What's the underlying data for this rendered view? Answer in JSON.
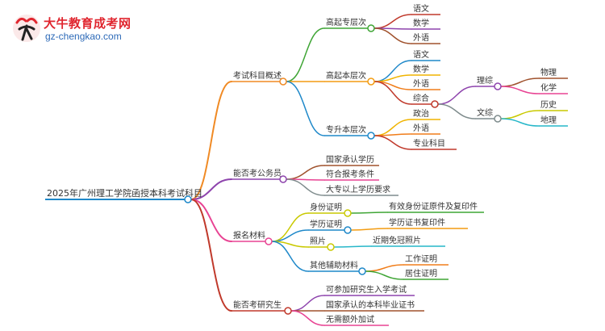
{
  "watermark": {
    "title": "大牛教育成考网",
    "url": "gz-chengkao.com"
  },
  "mindmap": {
    "root": "2025年广州理工学院函授本科考试科目",
    "branches": [
      {
        "label": "考试科目概述",
        "color": "#f08a24",
        "children": [
          {
            "label": "高起专层次",
            "color": "#3fa535",
            "children": [
              {
                "label": "语文",
                "color": "#c0392b"
              },
              {
                "label": "数学",
                "color": "#8e44ad"
              },
              {
                "label": "外语",
                "color": "#a0522d"
              }
            ]
          },
          {
            "label": "高起本层次",
            "color": "#f39c12",
            "children": [
              {
                "label": "语文",
                "color": "#1e88c9"
              },
              {
                "label": "数学",
                "color": "#f0b400"
              },
              {
                "label": "外语",
                "color": "#f07d1a"
              },
              {
                "label": "综合",
                "color": "#c0392b",
                "children": [
                  {
                    "label": "理综",
                    "color": "#8e44ad",
                    "children": [
                      {
                        "label": "物理",
                        "color": "#a0522d"
                      },
                      {
                        "label": "化学",
                        "color": "#e84393"
                      }
                    ]
                  },
                  {
                    "label": "文综",
                    "color": "#7f8c8d",
                    "children": [
                      {
                        "label": "历史",
                        "color": "#c9c900"
                      },
                      {
                        "label": "地理",
                        "color": "#27b7c9"
                      }
                    ]
                  }
                ]
              }
            ]
          },
          {
            "label": "专升本层次",
            "color": "#1e88c9",
            "children": [
              {
                "label": "政治",
                "color": "#f0b400"
              },
              {
                "label": "外语",
                "color": "#f07d1a"
              },
              {
                "label": "专业科目",
                "color": "#c0392b"
              }
            ]
          }
        ]
      },
      {
        "label": "能否考公务员",
        "color": "#8e44ad",
        "children": [
          {
            "label": "国家承认学历",
            "color": "#a0522d"
          },
          {
            "label": "符合报考条件",
            "color": "#e84393"
          },
          {
            "label": "大专以上学历要求",
            "color": "#7f8c8d"
          }
        ]
      },
      {
        "label": "报名材料",
        "color": "#e84393",
        "children": [
          {
            "label": "身份证明",
            "color": "#c9c900",
            "children": [
              {
                "label": "有效身份证原件及复印件",
                "color": "#3fa535"
              }
            ]
          },
          {
            "label": "学历证明",
            "color": "#1e88c9",
            "children": [
              {
                "label": "学历证书复印件",
                "color": "#f39c12"
              }
            ]
          },
          {
            "label": "照片",
            "color": "#c9c900",
            "children": [
              {
                "label": "近期免冠照片",
                "color": "#27b7c9"
              }
            ]
          },
          {
            "label": "其他辅助材料",
            "color": "#1e88c9",
            "children": [
              {
                "label": "工作证明",
                "color": "#f07d1a"
              },
              {
                "label": "居住证明",
                "color": "#3fa535"
              }
            ]
          }
        ]
      },
      {
        "label": "能否考研究生",
        "color": "#c0392b",
        "children": [
          {
            "label": "可参加研究生入学考试",
            "color": "#8e44ad"
          },
          {
            "label": "国家承认的本科毕业证书",
            "color": "#a0522d"
          },
          {
            "label": "无需额外加试",
            "color": "#e84393"
          }
        ]
      }
    ]
  }
}
